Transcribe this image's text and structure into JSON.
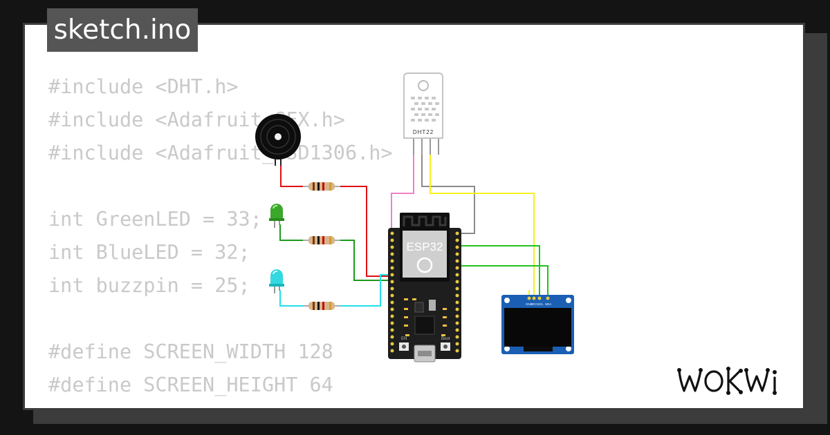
{
  "tab": {
    "filename": "sketch.ino"
  },
  "code_lines": [
    "#include <DHT.h>",
    "#include <Adafruit_GFX.h>",
    "#include <Adafruit_SSD1306.h>",
    "",
    "int GreenLED = 33;",
    "int BlueLED = 32;",
    "int buzzpin = 25;",
    "",
    "#define SCREEN_WIDTH 128",
    "#define SCREEN_HEIGHT 64"
  ],
  "components": {
    "mcu_label": "ESP32",
    "sensor_label": "DHT22",
    "boot_label": "Boot",
    "en_label": "EN",
    "oled_pins": [
      "GND",
      "VCC",
      "SCL",
      "SDA"
    ]
  },
  "brand": {
    "logo_text": "WOKWI"
  },
  "colors": {
    "background": "#141414",
    "card": "#ffffff",
    "code_text": "#c9c9c9",
    "tab": "#555555",
    "wire_red": "#e01010",
    "wire_green": "#1a9a1a",
    "wire_cyan": "#22e0e8",
    "wire_pink": "#f080c8",
    "wire_gray": "#8a8a8a",
    "wire_yellow": "#f5f020",
    "wire_lime": "#22c022",
    "oled_pcb": "#1a5fb4"
  }
}
